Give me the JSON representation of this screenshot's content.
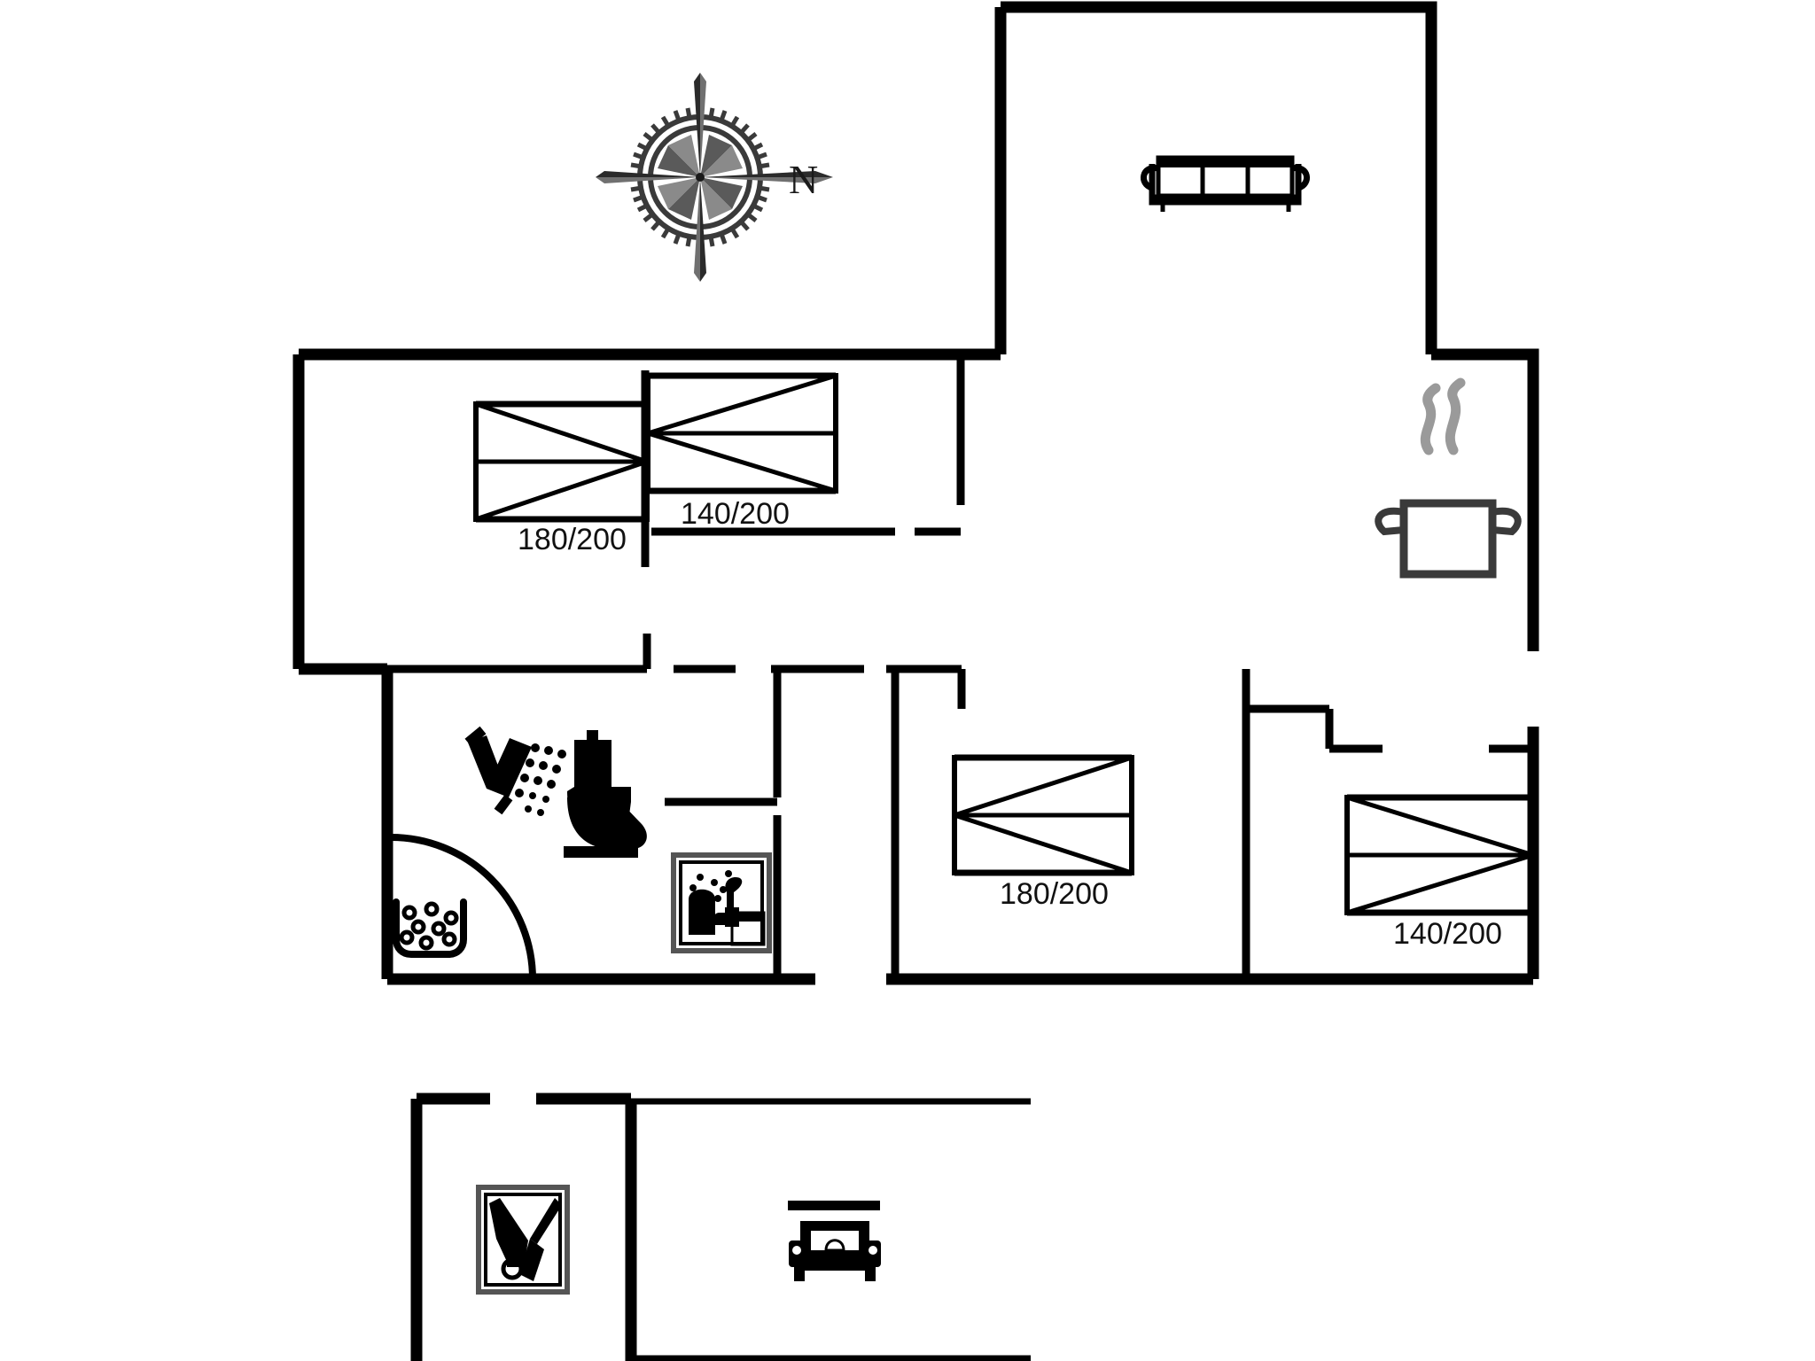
{
  "plan": {
    "title": "Holiday home floor plan",
    "type": "architectural-floor-plan",
    "background_color": "#ffffff",
    "line_color": "#000000",
    "text_color": "#111111"
  },
  "compass": {
    "name": "compass-rose",
    "direction_label": "N",
    "label_position": "right-of-rose"
  },
  "rooms": [
    {
      "name": "living-room",
      "icons": [
        "sofa-icon"
      ]
    },
    {
      "name": "kitchen",
      "icons": [
        "cooking-pot-icon"
      ]
    },
    {
      "name": "bedroom-upper-left",
      "icons": [
        "bed-icon"
      ],
      "bed_label": "180/200"
    },
    {
      "name": "bedroom-upper-right",
      "icons": [
        "bed-icon"
      ],
      "bed_label": "140/200"
    },
    {
      "name": "bathroom",
      "icons": [
        "shower-icon",
        "toilet-icon",
        "whirlpool-icon",
        "door-swing-arc"
      ]
    },
    {
      "name": "sauna-room",
      "icons": [
        "sauna-icon"
      ]
    },
    {
      "name": "bedroom-lower-left",
      "icons": [
        "bed-icon"
      ],
      "bed_label": "180/200"
    },
    {
      "name": "bedroom-lower-right",
      "icons": [
        "bed-icon"
      ],
      "bed_label": "140/200"
    },
    {
      "name": "garden-shed",
      "icons": [
        "garden-tools-icon"
      ]
    },
    {
      "name": "carport",
      "icons": [
        "car-icon"
      ]
    }
  ],
  "bed_labels": {
    "upper_left": "180/200",
    "upper_right": "140/200",
    "lower_left": "180/200",
    "lower_right": "140/200"
  },
  "icons": {
    "sofa": "sofa-icon",
    "pot": "cooking-pot-icon",
    "shower": "shower-icon",
    "toilet": "toilet-icon",
    "whirlpool": "whirlpool-icon",
    "sauna": "sauna-icon",
    "garden_tools": "garden-tools-icon",
    "car": "car-icon",
    "compass": "compass-rose-icon"
  }
}
